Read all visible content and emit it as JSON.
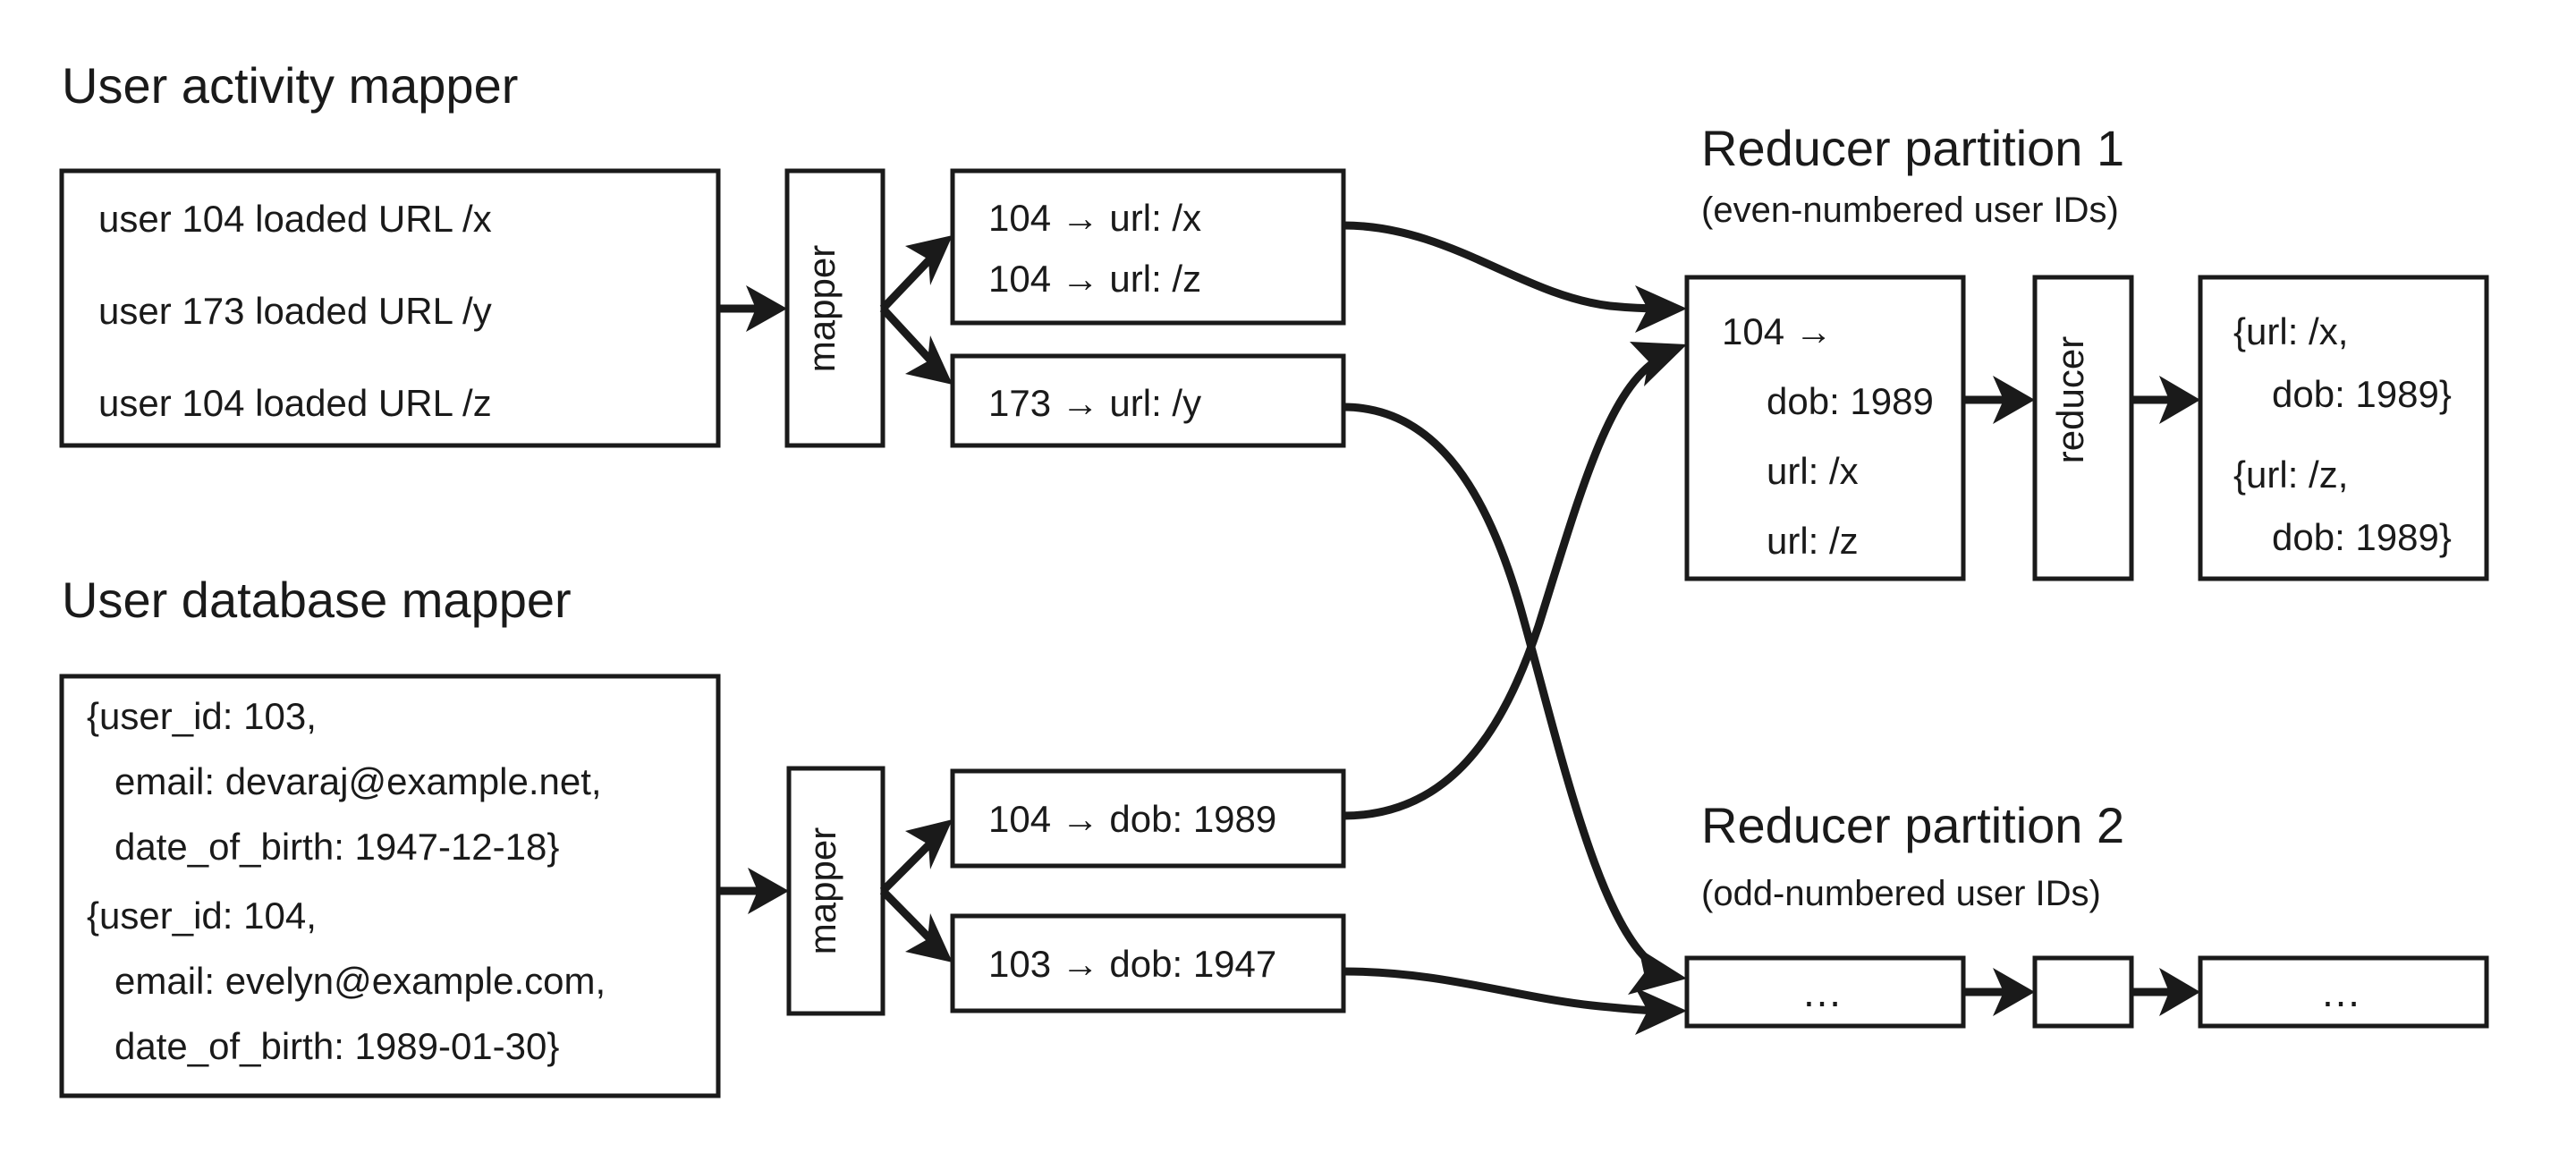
{
  "diagram": {
    "title_activity_mapper": "User activity mapper",
    "title_database_mapper": "User database mapper",
    "title_reducer_1": "Reducer partition 1",
    "subtitle_reducer_1": "(even-numbered user IDs)",
    "title_reducer_2": "Reducer partition 2",
    "subtitle_reducer_2": "(odd-numbered user IDs)",
    "mapper_label_1": "mapper",
    "mapper_label_2": "mapper",
    "reducer_label_1": "reducer",
    "activity_log": {
      "line1": "user 104 loaded URL /x",
      "line2": "user 173 loaded URL /y",
      "line3": "user 104 loaded URL /z"
    },
    "user_db": {
      "rec1_line1": "{user_id: 103,",
      "rec1_line2": "email: devaraj@example.net,",
      "rec1_line3": "date_of_birth: 1947-12-18}",
      "rec2_line1": "{user_id: 104,",
      "rec2_line2": "email: evelyn@example.com,",
      "rec2_line3": "date_of_birth: 1989-01-30}"
    },
    "activity_kv_box_1": {
      "line1": "104 → url: /x",
      "line2": "104 → url: /z"
    },
    "activity_kv_box_2": {
      "line1": "173 → url: /y"
    },
    "db_kv_box_1": {
      "line1": "104 → dob: 1989"
    },
    "db_kv_box_2": {
      "line1": "103 → dob: 1947"
    },
    "reducer1_input": {
      "line1": "104 →",
      "line2": "dob: 1989",
      "line3": "url: /x",
      "line4": "url: /z"
    },
    "reducer1_output": {
      "line1": "{url: /x,",
      "line2": "dob: 1989}",
      "line3": "{url: /z,",
      "line4": "dob: 1989}"
    },
    "reducer2_input_placeholder": "…",
    "reducer2_output_placeholder": "…",
    "colors": {
      "stroke": "#1a1a1a",
      "background": "#ffffff",
      "box_fill": "#ffffff"
    }
  }
}
